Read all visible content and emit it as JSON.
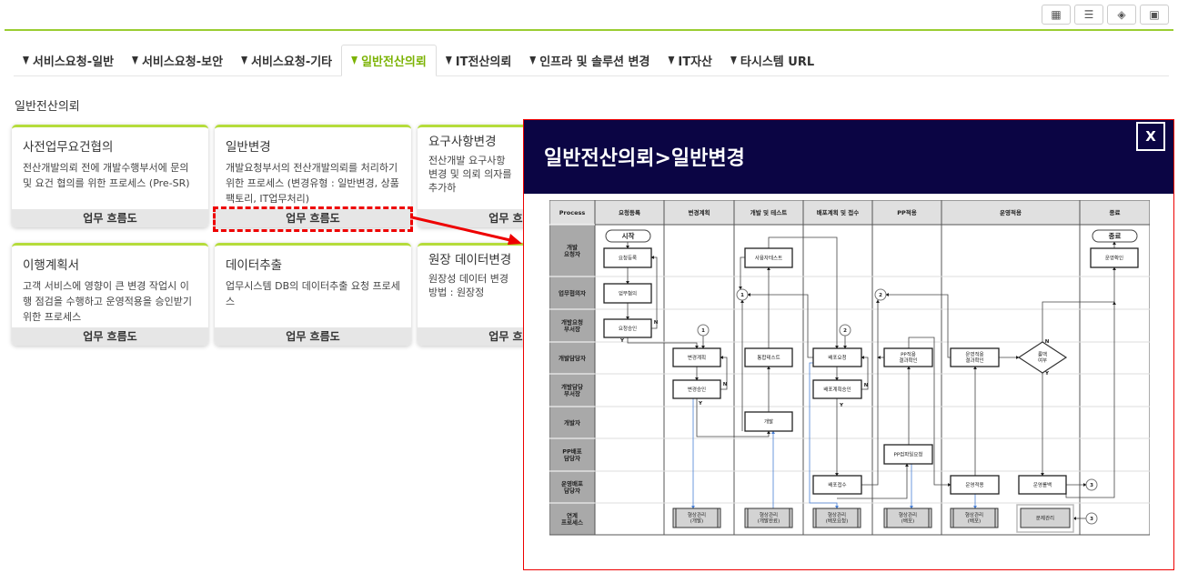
{
  "toolbar": {
    "icons": [
      "grid-icon",
      "list-icon",
      "layers-icon",
      "comment-icon"
    ]
  },
  "tabs": [
    {
      "label": "서비스요청-일반",
      "active": false
    },
    {
      "label": "서비스요청-보안",
      "active": false
    },
    {
      "label": "서비스요청-기타",
      "active": false
    },
    {
      "label": "일반전산의뢰",
      "active": true
    },
    {
      "label": "IT전산의뢰",
      "active": false
    },
    {
      "label": "인프라 및 솔루션 변경",
      "active": false
    },
    {
      "label": "IT자산",
      "active": false
    },
    {
      "label": "타시스템 URL",
      "active": false
    }
  ],
  "section_title": "일반전산의뢰",
  "cards": [
    {
      "title": "사전업무요건협의",
      "desc": "전산개발의뢰 전에 개발수행부서에 문의 및 요건 협의를 위한 프로세스 (Pre-SR)",
      "button": "업무 흐름도"
    },
    {
      "title": "일반변경",
      "desc": "개발요청부서의 전산개발의뢰를 처리하기 위한 프로세스 (변경유형 : 일반변경, 상품팩토리, IT업무처리)",
      "button": "업무 흐름도"
    },
    {
      "title": "요구사항변경",
      "desc": "전산개발 요구사항 변경 및 의뢰 의자를 추가하",
      "button": "업무 흐름도"
    },
    {
      "title": "이행계획서",
      "desc": "고객 서비스에 영향이 큰 변경 작업시 이행 점검을 수행하고 운영적용을 승인받기 위한 프로세스",
      "button": "업무 흐름도"
    },
    {
      "title": "데이터추출",
      "desc": "업무시스템 DB의 데이터추출 요청 프로세스",
      "button": "업무 흐름도"
    },
    {
      "title": "원장 데이터변경",
      "desc": "원장성 데이터 변경 방법 : 원장정",
      "button": "업무 흐름도"
    }
  ],
  "modal": {
    "title": "일반전산의뢰>일반변경",
    "close": "X"
  },
  "diagram": {
    "columns": [
      "Process",
      "요청등록",
      "변경계획",
      "개발 및 테스트",
      "배포계획 및 접수",
      "PP적용",
      "운영적용",
      "종료"
    ],
    "rows": [
      "개발\n요청자",
      "업무협의자",
      "개발요청\n부서장",
      "개발담당자",
      "개발담당\n부서장",
      "개발자",
      "PP배포\n담당자",
      "운영배포\n담당자",
      "연계\n프로세스"
    ],
    "nodes": [
      "시작",
      "요청등록",
      "업무협의",
      "요청승인",
      "변경계획",
      "변경승인",
      "사용자테스트",
      "통합테스트",
      "개발",
      "배포요청",
      "배포계획승인",
      "배포접수",
      "PP적용\n결과확인",
      "PP컴파일요청",
      "운영적용\n결과확인",
      "운영적용",
      "롤백\n여부",
      "운영롤백",
      "종료",
      "운영확인"
    ],
    "links": [
      "형상관리\n(개발)",
      "형상관리\n(개발완료)",
      "형상관리\n(배포요청)",
      "형상관리\n(배포)",
      "형상관리\n(배포)",
      "문제관리"
    ],
    "connectors": [
      "1",
      "2",
      "1",
      "2",
      "3",
      "3"
    ],
    "labels": [
      "N",
      "Y",
      "N",
      "Y",
      "N",
      "Y",
      "N",
      "Y"
    ]
  }
}
